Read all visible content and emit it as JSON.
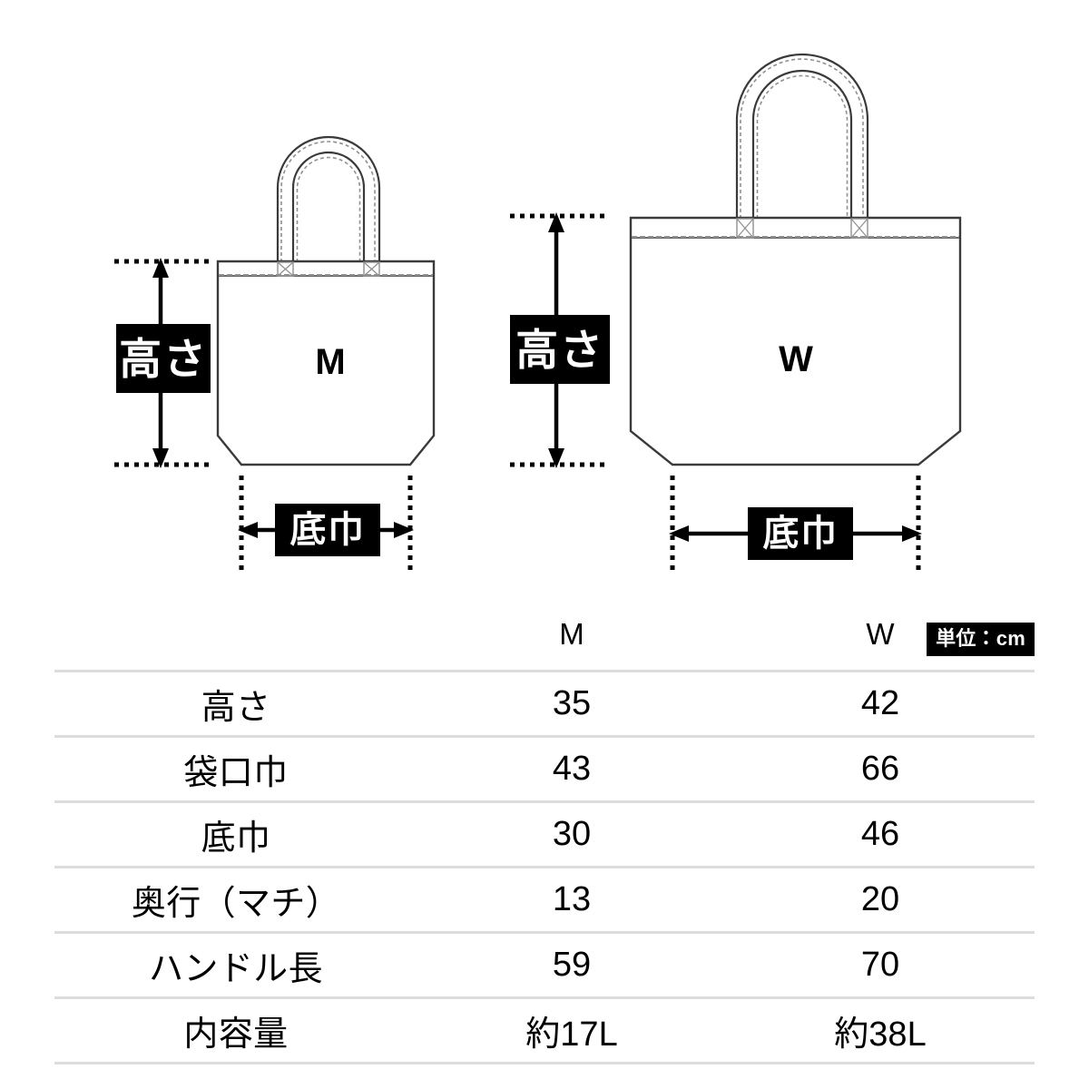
{
  "diagram": {
    "bags": [
      {
        "size_letter": "M",
        "height_label": "高さ",
        "bottom_width_label": "底巾"
      },
      {
        "size_letter": "W",
        "height_label": "高さ",
        "bottom_width_label": "底巾"
      }
    ]
  },
  "table": {
    "header": {
      "label_col": "",
      "m": "M",
      "w": "W",
      "unit_badge": "単位：cm"
    },
    "rows": [
      {
        "label": "高さ",
        "m": "35",
        "w": "42"
      },
      {
        "label": "袋口巾",
        "m": "43",
        "w": "66"
      },
      {
        "label": "底巾",
        "m": "30",
        "w": "46"
      },
      {
        "label": "奥行（マチ）",
        "m": "13",
        "w": "20"
      },
      {
        "label": "ハンドル長",
        "m": "59",
        "w": "70"
      },
      {
        "label": "内容量",
        "m": "約17L",
        "w": "約38L"
      }
    ]
  },
  "colors": {
    "outline": "#3a3a3a",
    "stitch": "#909090",
    "callout_bg": "#000000",
    "callout_text": "#ffffff",
    "rule": "#dcdcdc",
    "background": "#ffffff"
  }
}
